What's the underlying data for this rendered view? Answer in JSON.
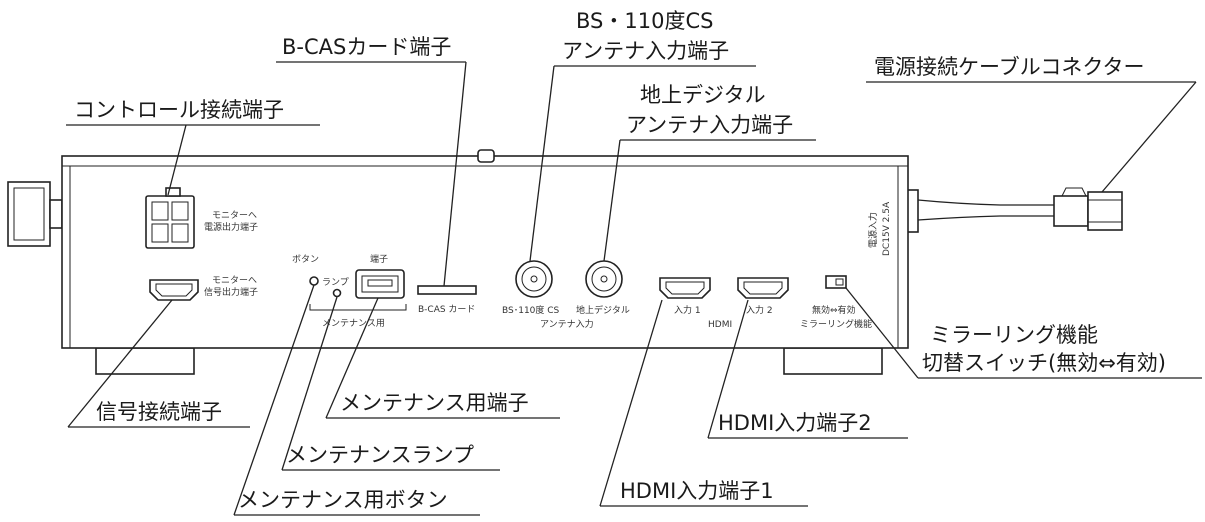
{
  "callouts": {
    "bcas": "B-CASカード端子",
    "bs_line1": "BS・110度CS",
    "bs_line2": "アンテナ入力端子",
    "chideji_line1": "地上デジタル",
    "chideji_line2": "アンテナ入力端子",
    "power_cable": "電源接続ケーブルコネクター",
    "control": "コントロール接続端子",
    "signal": "信号接続端子",
    "maint_port": "メンテナンス用端子",
    "maint_lamp": "メンテナンスランプ",
    "maint_button": "メンテナンス用ボタン",
    "hdmi1": "HDMI入力端子1",
    "hdmi2": "HDMI入力端子2",
    "mirror_line1": "ミラーリング機能",
    "mirror_line2": "切替スイッチ(無効⇔有効)"
  },
  "device_labels": {
    "monitor_power_1": "モニターへ",
    "monitor_power_2": "電源出力端子",
    "monitor_signal_1": "モニターへ",
    "monitor_signal_2": "信号出力端子",
    "button": "ボタン",
    "port": "端子",
    "lamp": "ランプ",
    "maintenance": "メンテナンス用",
    "bcas": "B-CAS カード",
    "bs": "BS･110度 CS",
    "chideji": "地上デジタル",
    "antenna": "アンテナ入力",
    "input1": "入力 1",
    "input2": "入力 2",
    "hdmi": "HDMI",
    "switch_state": "無効⇔有効",
    "mirror": "ミラーリング機能",
    "power_in": "電源入力",
    "power_rating": "DC15V  2.5A"
  }
}
